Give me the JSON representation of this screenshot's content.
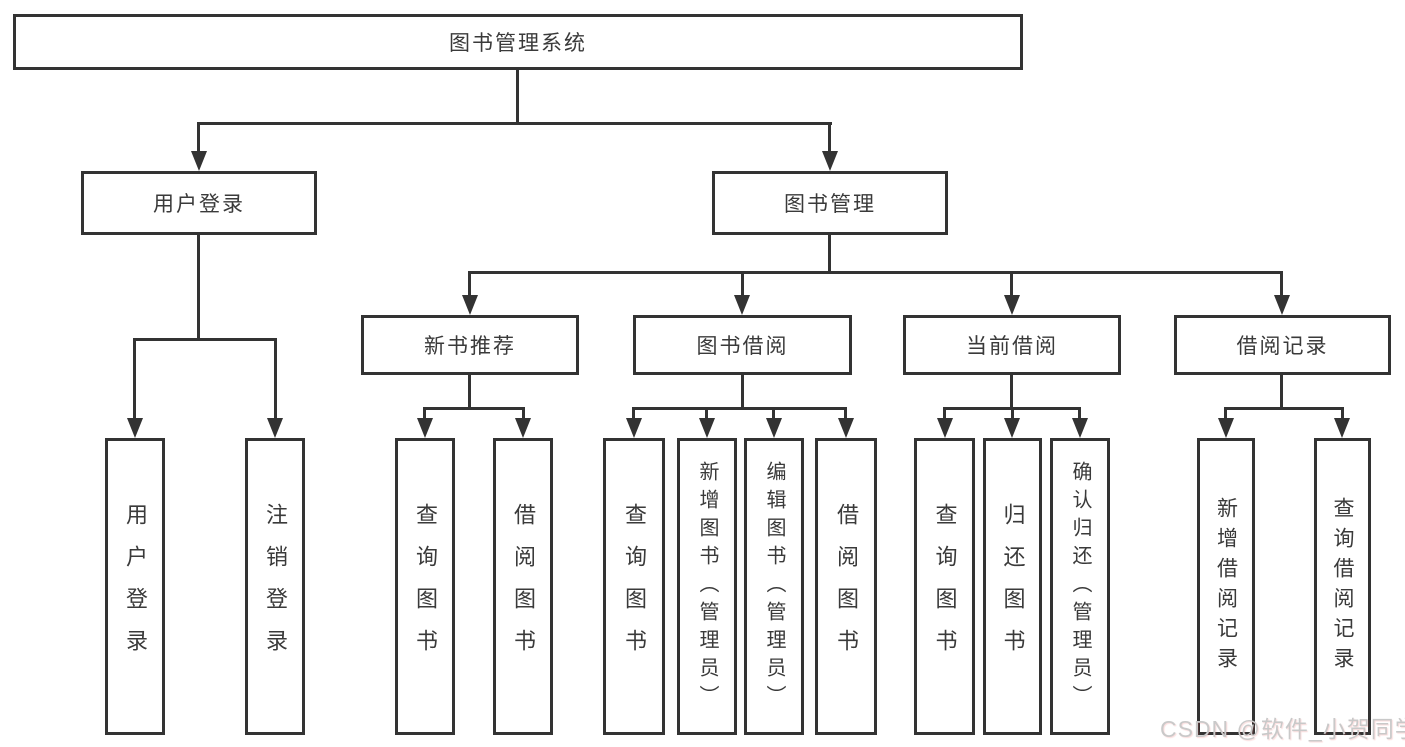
{
  "title": {
    "label": "图书管理系统"
  },
  "level2": [
    {
      "label": "用户登录"
    },
    {
      "label": "图书管理"
    }
  ],
  "level3": [
    {
      "label": "新书推荐"
    },
    {
      "label": "图书借阅"
    },
    {
      "label": "当前借阅"
    },
    {
      "label": "借阅记录"
    }
  ],
  "level4": [
    {
      "label": "用户登录"
    },
    {
      "label": "注销登录"
    },
    {
      "label": "查询图书"
    },
    {
      "label": "借阅图书"
    },
    {
      "label": "查询图书"
    },
    {
      "label": "新增图书（管理员）"
    },
    {
      "label": "编辑图书（管理员）"
    },
    {
      "label": "借阅图书"
    },
    {
      "label": "查询图书"
    },
    {
      "label": "归还图书"
    },
    {
      "label": "确认归还（管理员）"
    },
    {
      "label": "新增借阅记录"
    },
    {
      "label": "查询借阅记录"
    }
  ],
  "watermark": {
    "label": "CSDN @软件_小贺同学"
  },
  "colors": {
    "line": "#333333",
    "box_background": "#ffffff",
    "text": "#3a3a3a",
    "watermark": "#c9c9c9"
  }
}
